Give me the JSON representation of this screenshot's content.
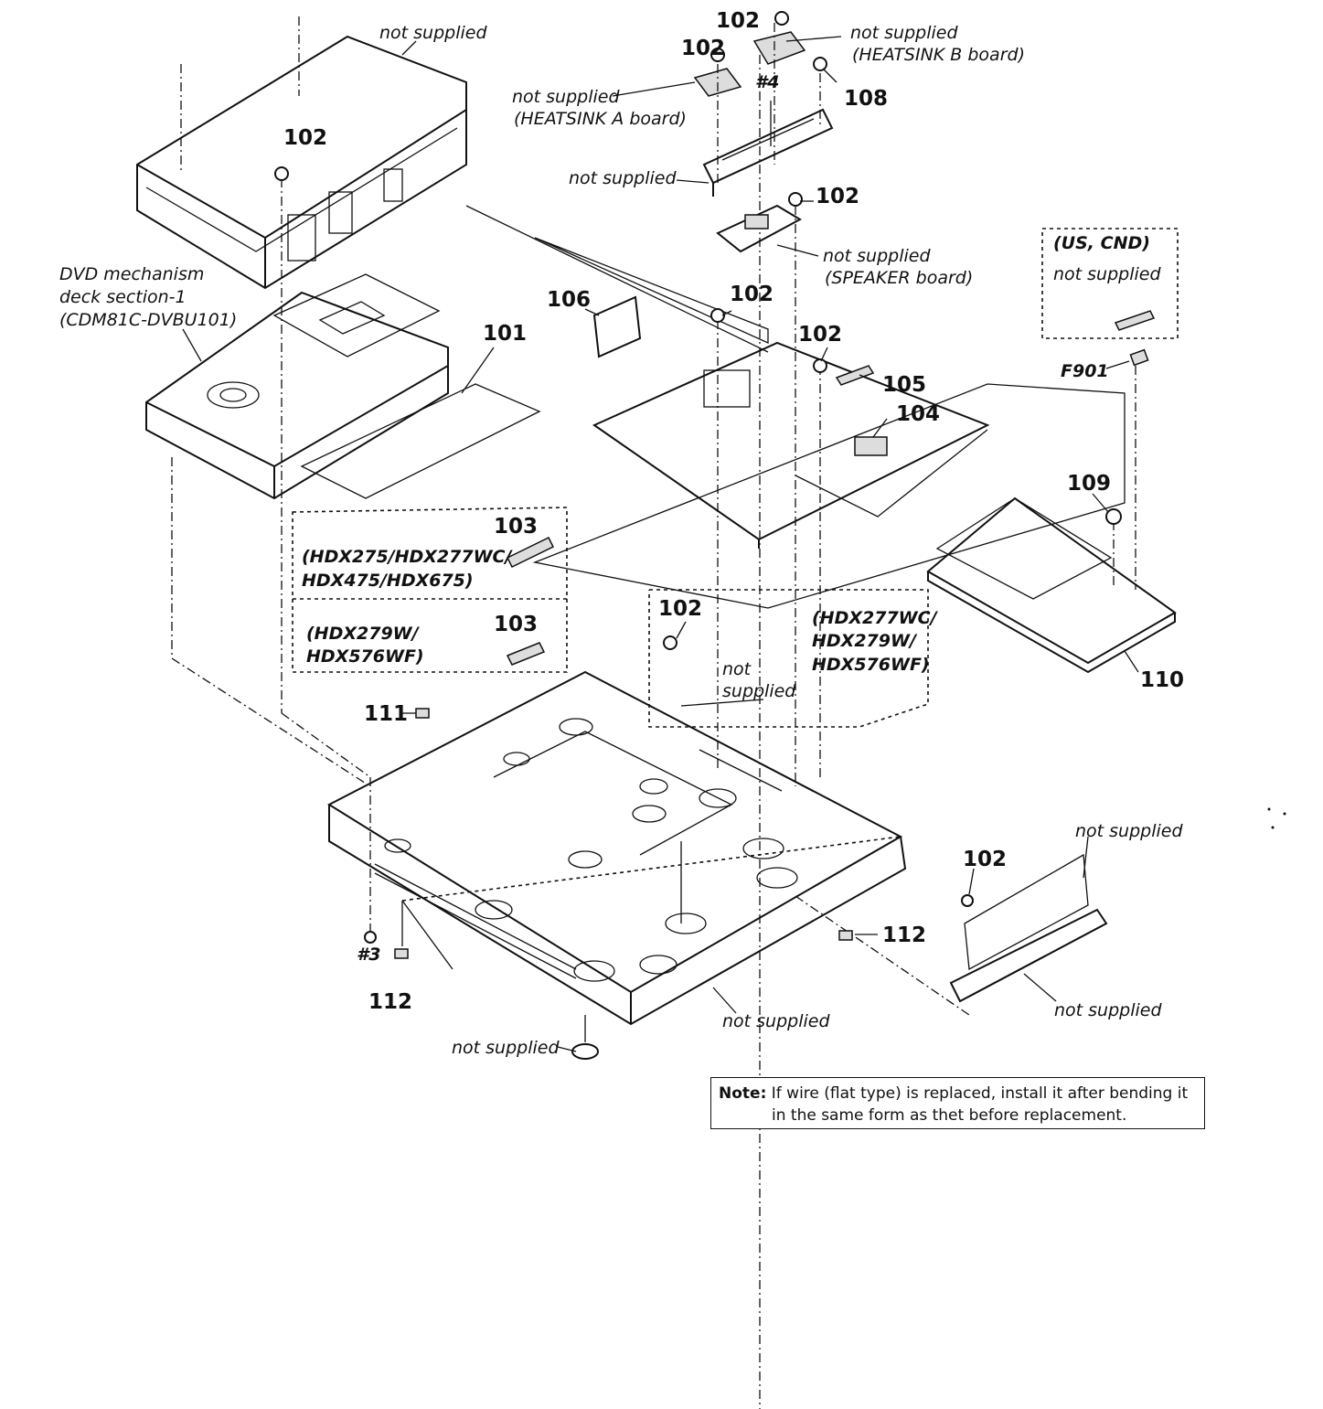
{
  "parts": {
    "p101": "101",
    "p102": "102",
    "p103": "103",
    "p104": "104",
    "p105": "105",
    "p106": "106",
    "p108": "108",
    "p109": "109",
    "p110": "110",
    "p111": "111",
    "p112": "112",
    "f901": "F901",
    "s3": "#3",
    "s4": "#4"
  },
  "labels": {
    "not_supplied": "not supplied",
    "heatsink_a": "(HEATSINK A board)",
    "heatsink_b": "(HEATSINK B board)",
    "speaker_board": "(SPEAKER board)",
    "dvd_line1": "DVD mechanism",
    "dvd_line2": "deck section-1",
    "dvd_line3": "(CDM81C-DVBU101)",
    "us_cnd": "(US, CND)",
    "not": "not",
    "supplied": "supplied"
  },
  "models": {
    "group1_line1": "(HDX275/HDX277WC/",
    "group1_line2": "HDX475/HDX675)",
    "group2_line1": "(HDX279W/",
    "group2_line2": "HDX576WF)",
    "group3_line1": "(HDX277WC/",
    "group3_line2": "HDX279W/",
    "group3_line3": "HDX576WF)"
  },
  "note": {
    "head": "Note:",
    "line1": "If wire (flat type) is replaced, install it after bending it",
    "line2": "in the same form as thet before replacement."
  }
}
